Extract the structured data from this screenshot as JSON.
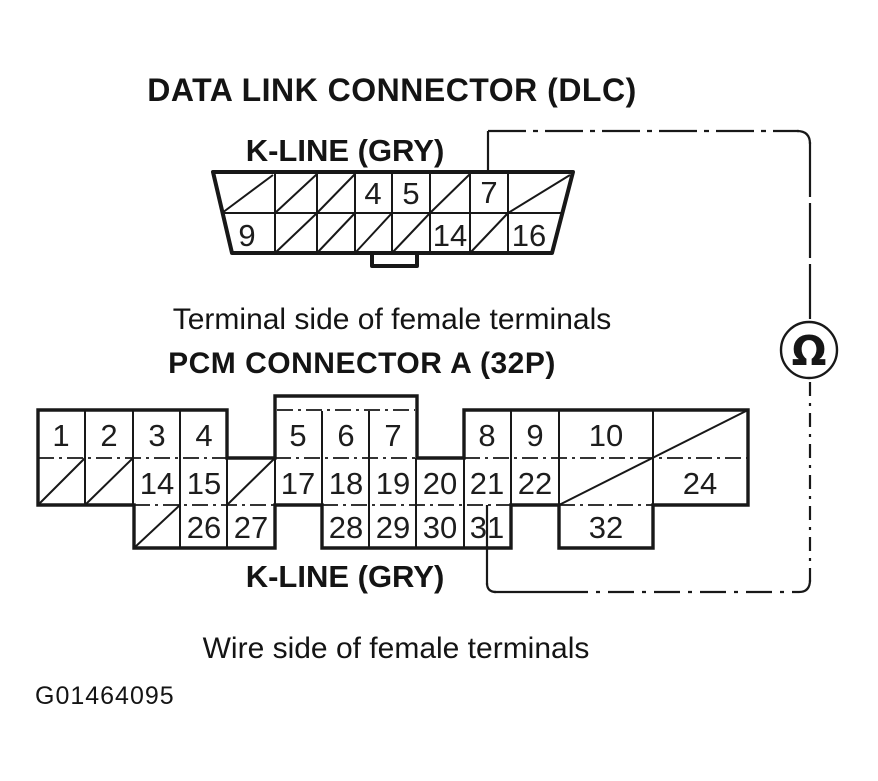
{
  "page": {
    "background": "#ffffff",
    "ink": "#181818",
    "figure_id": "G01464095"
  },
  "dlc": {
    "title": "DATA LINK CONNECTOR (DLC)",
    "wire_label": "K-LINE (GRY)",
    "caption": "Terminal side of female terminals",
    "pins": {
      "p4": "4",
      "p5": "5",
      "p7": "7",
      "p9": "9",
      "p14": "14",
      "p16": "16"
    }
  },
  "pcm": {
    "title": "PCM CONNECTOR A (32P)",
    "wire_label": "K-LINE (GRY)",
    "caption": "Wire side of female terminals",
    "pins": {
      "p1": "1",
      "p2": "2",
      "p3": "3",
      "p4": "4",
      "p5": "5",
      "p6": "6",
      "p7": "7",
      "p8": "8",
      "p9": "9",
      "p10": "10",
      "p14": "14",
      "p15": "15",
      "p17": "17",
      "p18": "18",
      "p19": "19",
      "p20": "20",
      "p21": "21",
      "p22": "22",
      "p24": "24",
      "p26": "26",
      "p27": "27",
      "p28": "28",
      "p29": "29",
      "p30": "30",
      "p31": "31",
      "p32": "32"
    }
  },
  "meter": {
    "symbol": "Ω",
    "name": "ohmmeter"
  }
}
